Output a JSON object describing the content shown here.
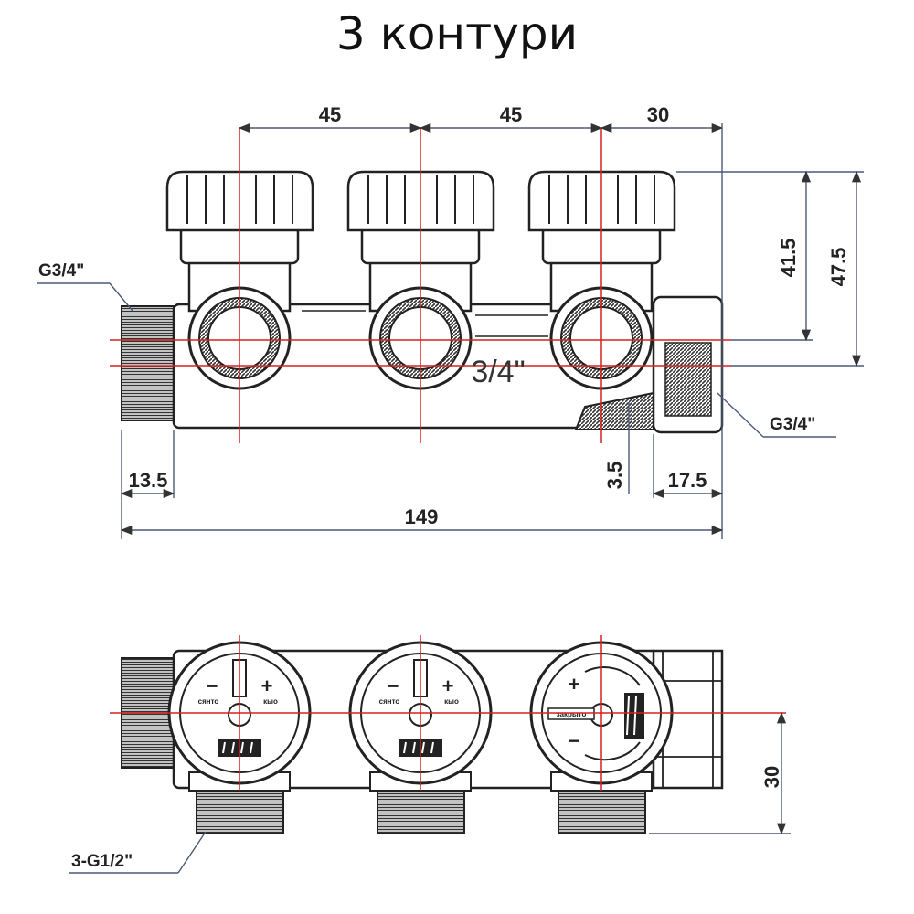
{
  "title": "3 контури",
  "top_view": {
    "dims_top": [
      "45",
      "45",
      "30"
    ],
    "height_dims": [
      "41.5",
      "47.5"
    ],
    "label_left_thread": "G3/4\"",
    "label_right_thread": "G3/4\"",
    "body_label": "3/4\"",
    "dim_13_5": "13.5",
    "dim_3_5": "3.5",
    "dim_17_5": "17.5",
    "dim_total": "149"
  },
  "bottom_view": {
    "dim_30": "30",
    "outlets_label": "3-G1/2\"",
    "knob_minus": "−",
    "knob_plus": "+",
    "knob_left_small": "сянто",
    "knob_right_small": "кыо",
    "valve_plus": "+",
    "valve_minus": "−",
    "valve_text": "закрыто"
  }
}
